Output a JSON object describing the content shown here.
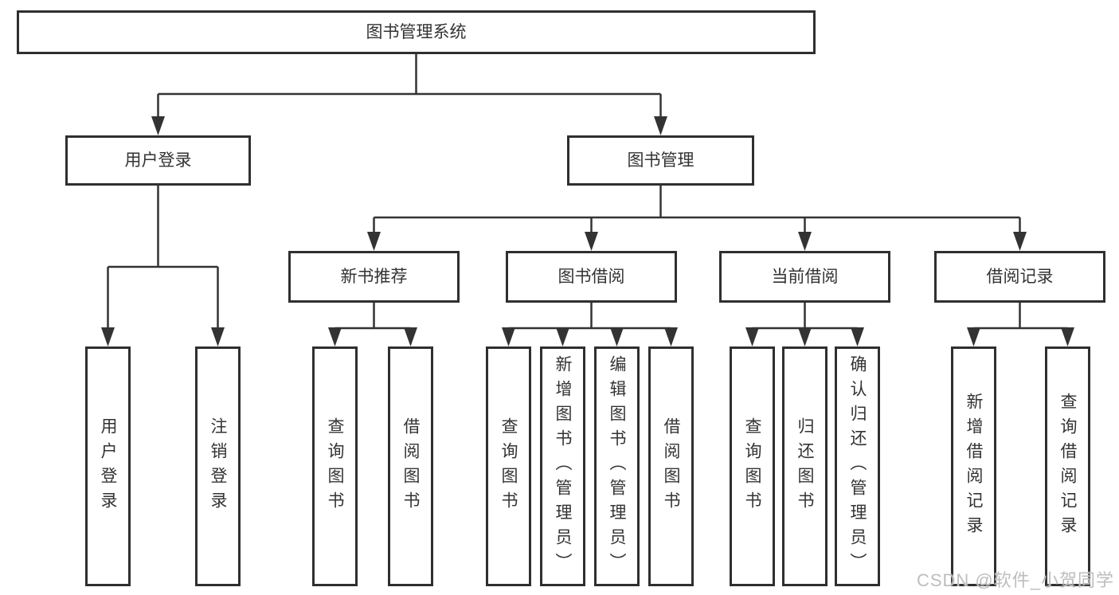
{
  "diagram": {
    "root": {
      "label": "图书管理系统"
    },
    "level2": [
      "用户登录",
      "图书管理"
    ],
    "level3": [
      "新书推荐",
      "图书借阅",
      "当前借阅",
      "借阅记录"
    ],
    "leaves": {
      "user_login": [
        "用户登录",
        "注销登录"
      ],
      "new_book": [
        "查询图书",
        "借阅图书"
      ],
      "book_borrow": [
        "查询图书",
        "新增图书（管理员）",
        "编辑图书（管理员）",
        "借阅图书"
      ],
      "current_borrow": [
        "查询图书",
        "归还图书",
        "确认归还（管理员）"
      ],
      "borrow_record": [
        "新增借阅记录",
        "查询借阅记录"
      ]
    }
  },
  "watermark": {
    "text": "CSDN @软件_小贺同学"
  },
  "colors": {
    "line": "#333333",
    "box_border": "#2f2f2f",
    "text": "#333333",
    "background": "#ffffff",
    "watermark": "#bdbdbd"
  }
}
